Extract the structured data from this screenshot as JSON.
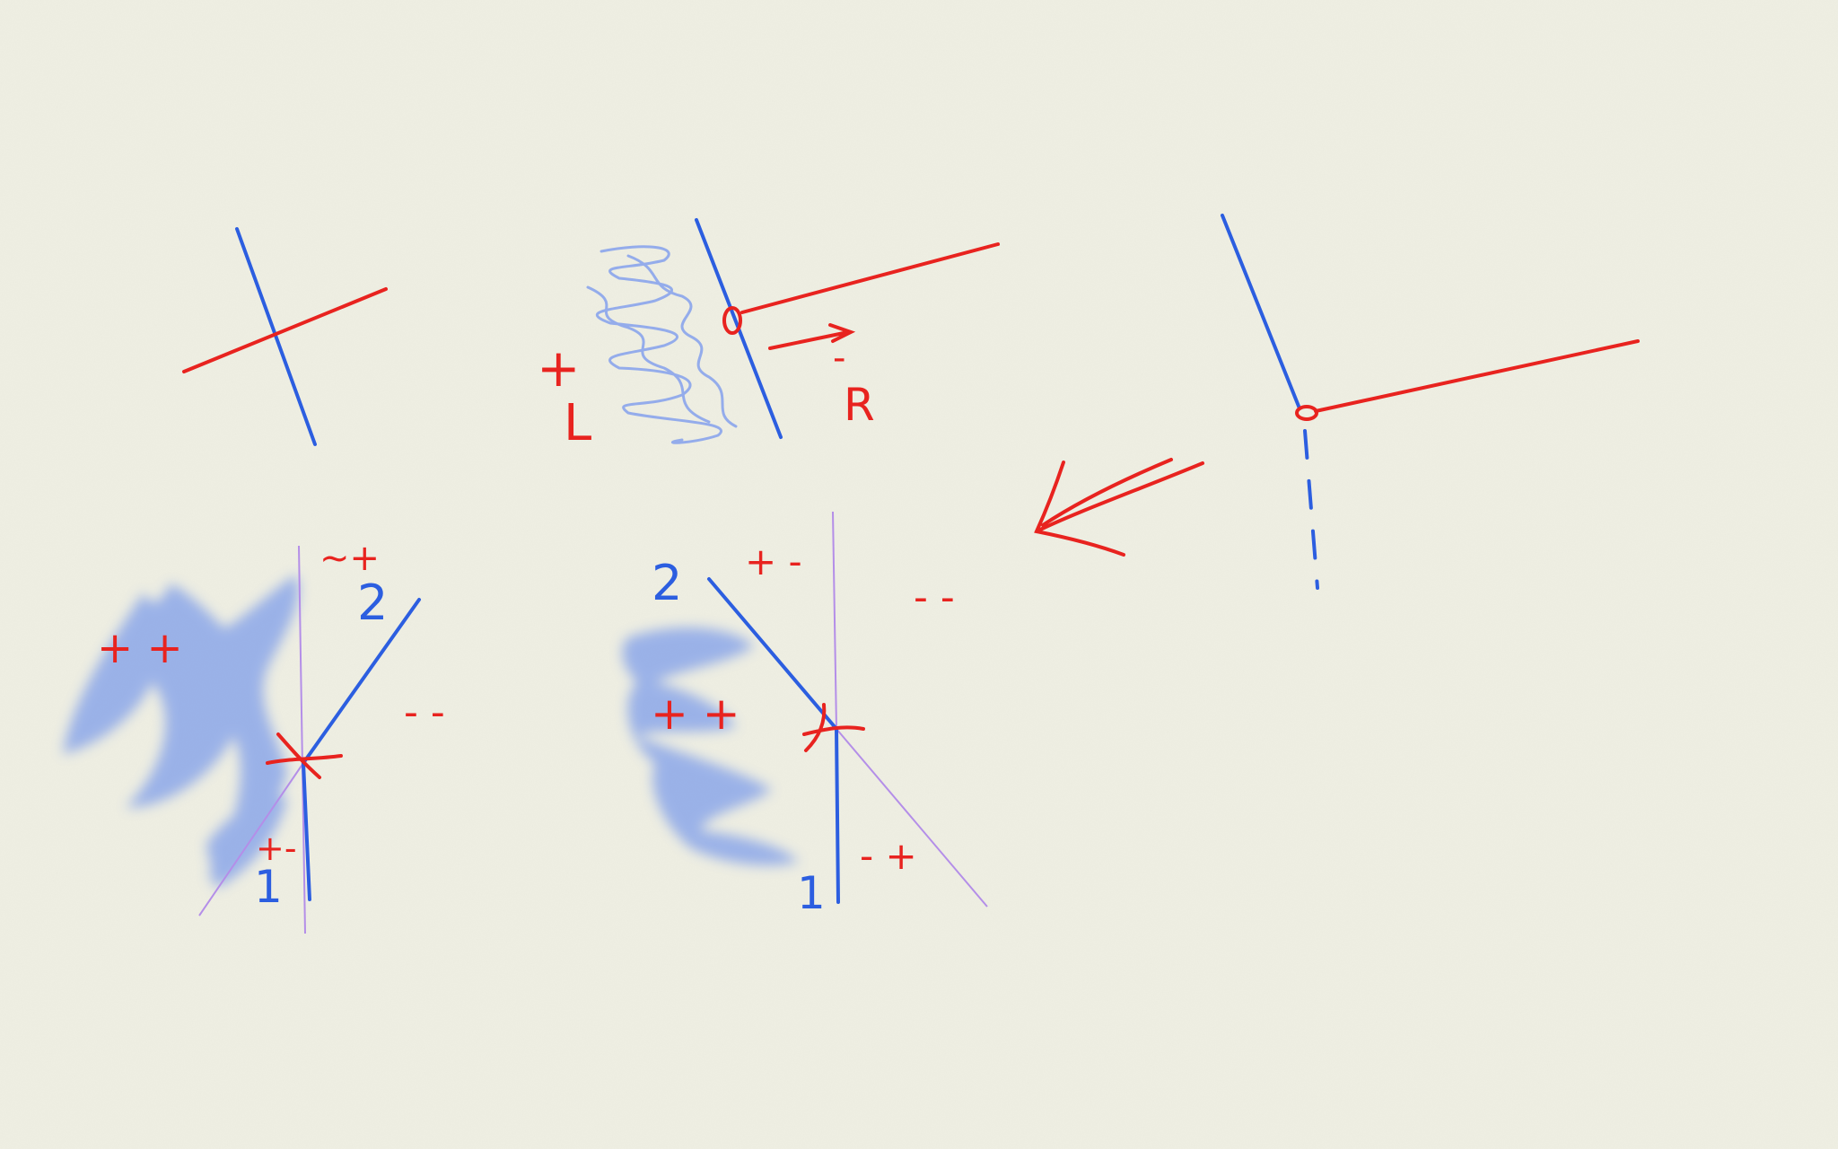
{
  "canvas": {
    "background": "#efefe3",
    "paper_texture": true
  },
  "colors": {
    "red": "#e8231f",
    "blue": "#2c5ee0",
    "purple": "#b48ee8",
    "smudge_blue": "#7f9eea"
  },
  "panels": {
    "crossing": {
      "labels": []
    },
    "endpoint": {
      "label_left_sign": "+",
      "label_left": "L",
      "label_right_sign": "-",
      "label_right": "R"
    },
    "endpoint_dashed": {
      "labels": []
    },
    "split_a": {
      "signs_top": "~+",
      "signs_left": "+ +",
      "signs_right": "- -",
      "signs_bottom": "+-",
      "line_2_label": "2",
      "line_1_label": "1"
    },
    "split_b": {
      "signs_top": "+ -",
      "signs_right": "- -",
      "signs_left": "+ +",
      "signs_bottom": "- +",
      "line_2_label": "2",
      "line_1_label": "1"
    }
  }
}
